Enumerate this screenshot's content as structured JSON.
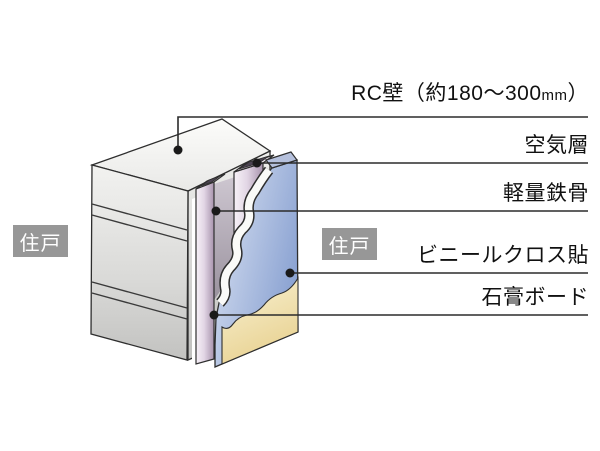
{
  "figure_type": "wall-section-diagram",
  "callouts": [
    {
      "id": "rc-wall",
      "text": "RC壁（約180〜300",
      "unit": "mm",
      "suffix": "）"
    },
    {
      "id": "air-layer",
      "text": "空気層"
    },
    {
      "id": "steel-frame",
      "text": "軽量鉄骨"
    },
    {
      "id": "vinyl-cloth",
      "text": "ビニールクロス貼"
    },
    {
      "id": "gypsum-board",
      "text": "石膏ボード"
    }
  ],
  "badges": {
    "left": "住戸",
    "right": "住戸"
  },
  "colors": {
    "concrete_gray": "#d9d9d7",
    "stud_mauve": "#c9b8cd",
    "vinyl_blue": "#9db1da",
    "gypsum_yellow": "#f0e2ad",
    "badge_gray": "#979797",
    "outline_black": "#2b2b2b"
  }
}
